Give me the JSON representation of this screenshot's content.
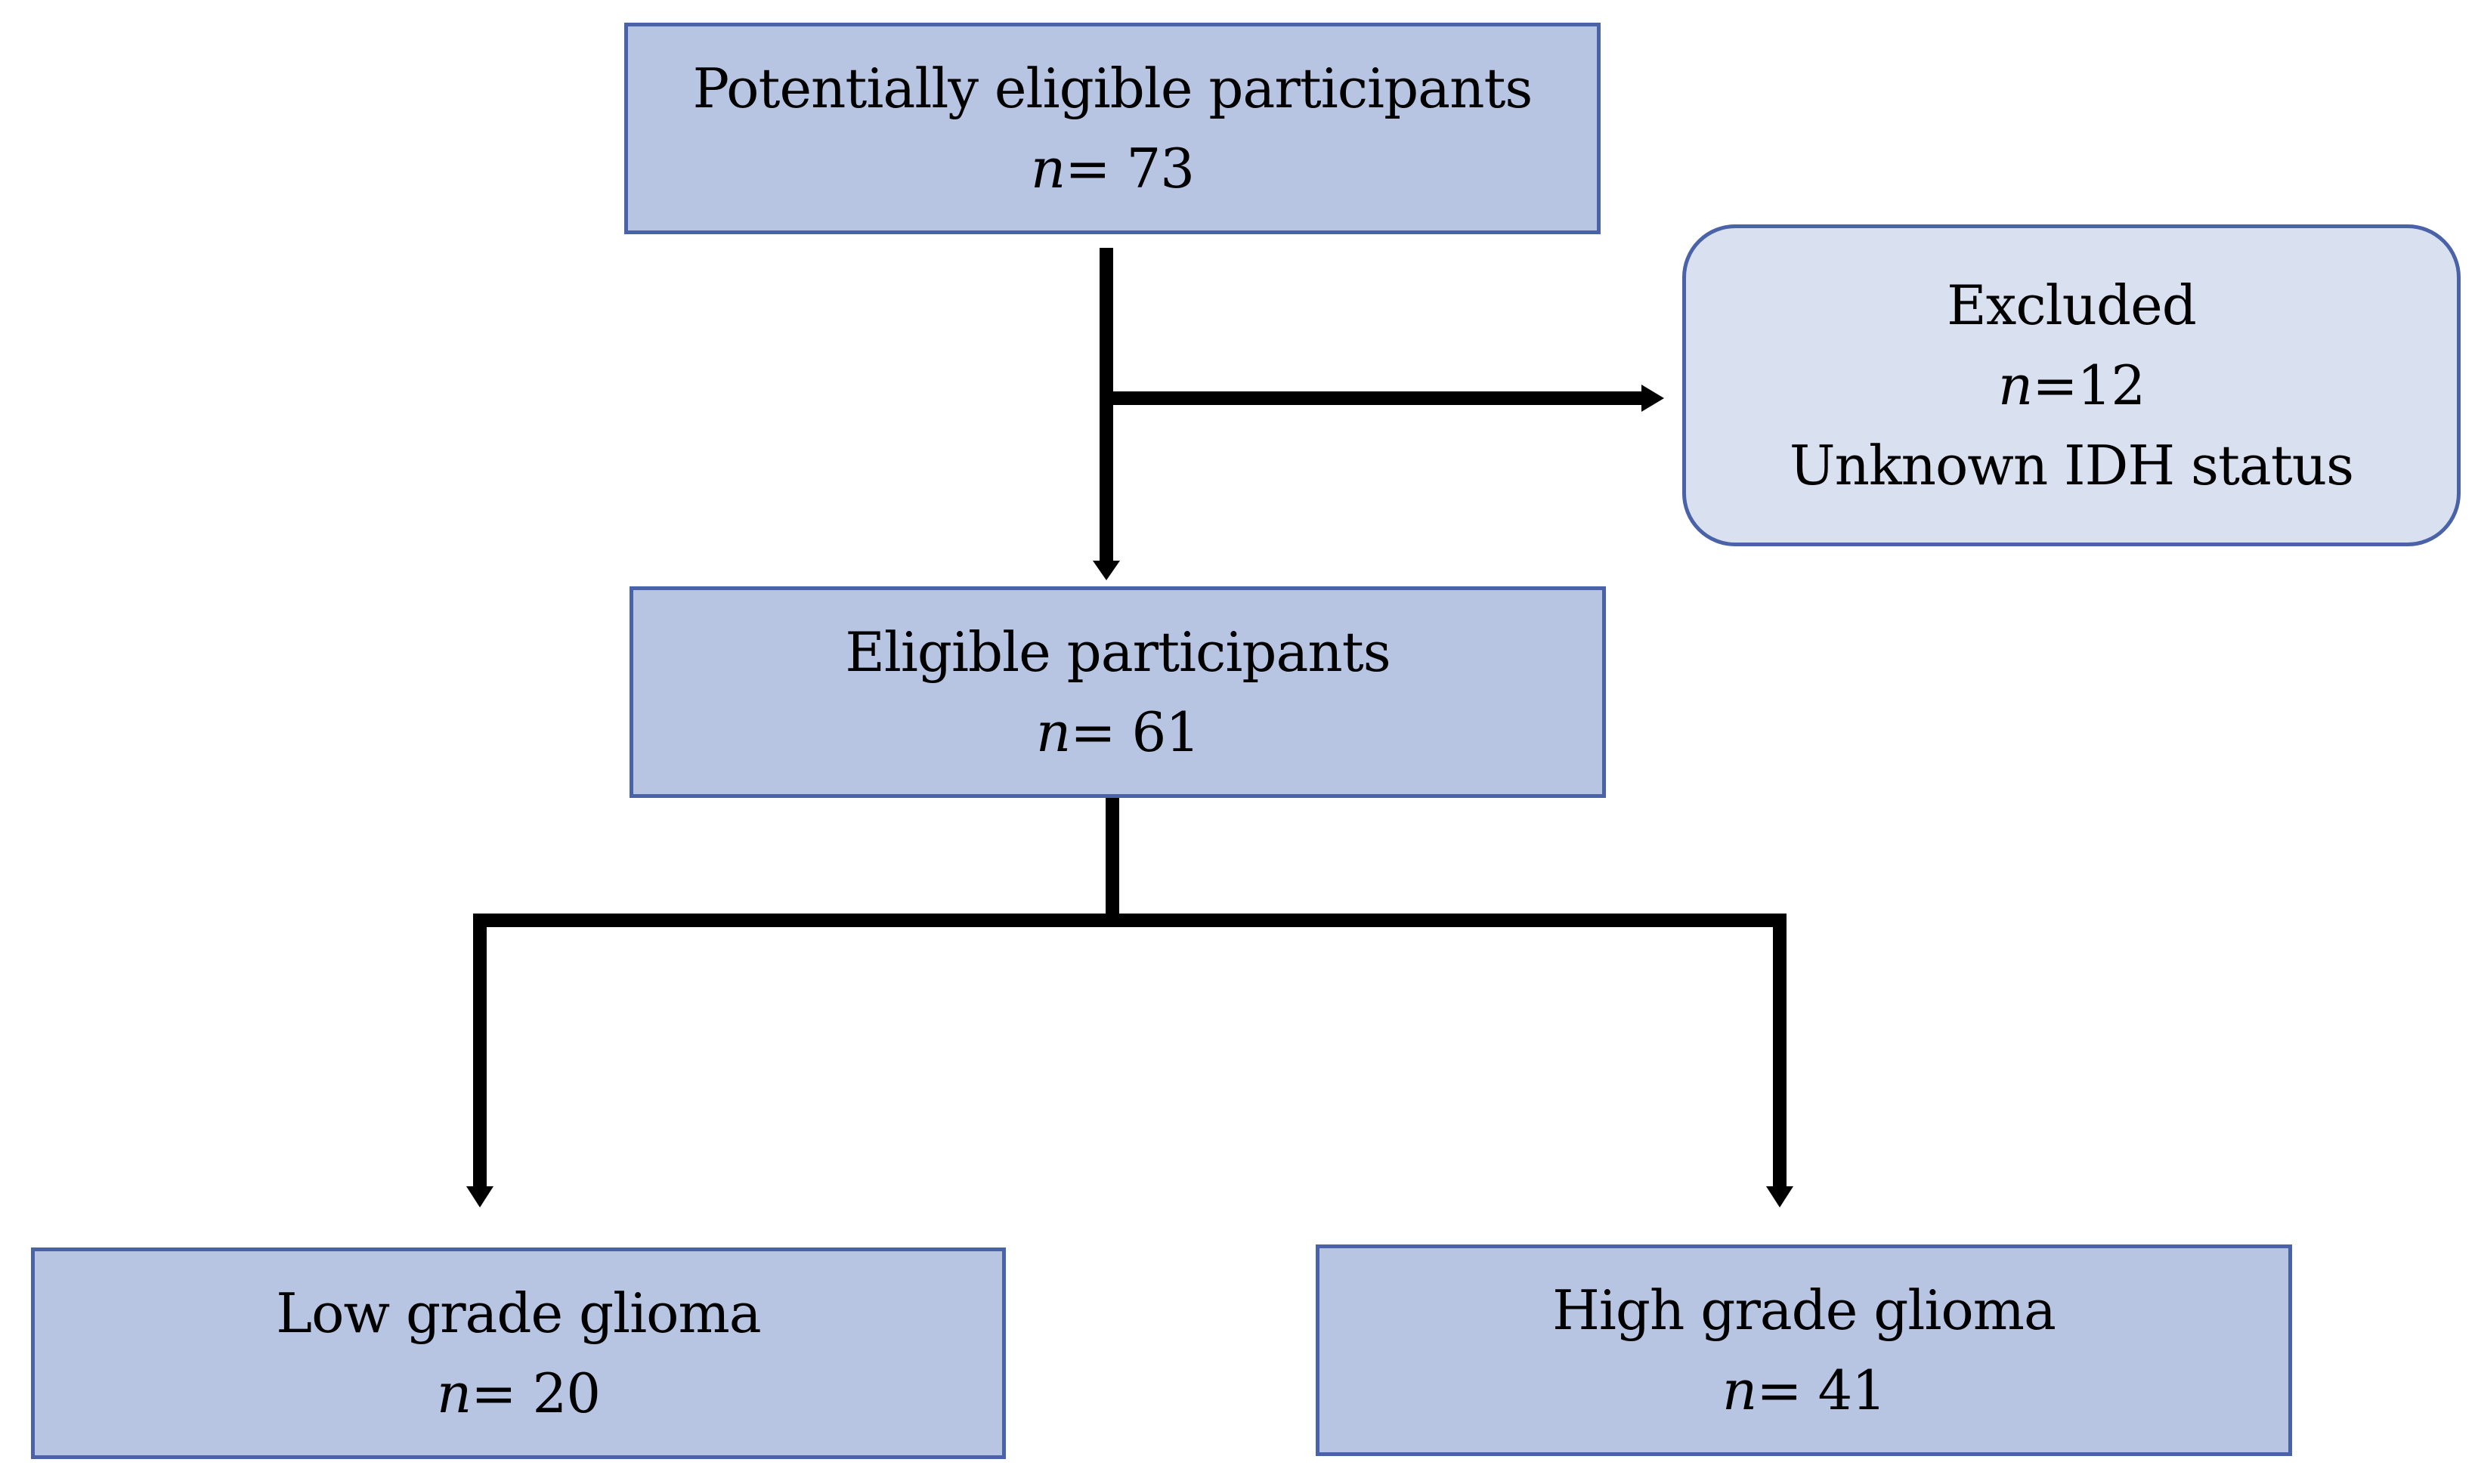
{
  "colors": {
    "box_fill": "#b7c5e3",
    "excluded_fill": "#d9e0f0",
    "box_border": "#4a62a8",
    "connector": "#000000"
  },
  "nodes": {
    "potential": {
      "title": "Potentially eligible participants",
      "n_var": "n",
      "n_value": "= 73"
    },
    "excluded": {
      "title": "Excluded",
      "n_var": "n",
      "n_value": "=12",
      "reason": "Unknown IDH status"
    },
    "eligible": {
      "title": "Eligible participants",
      "n_var": "n",
      "n_value": "= 61"
    },
    "low_grade": {
      "title": "Low grade glioma",
      "n_var": "n",
      "n_value": "= 20"
    },
    "high_grade": {
      "title": "High grade glioma",
      "n_var": "n",
      "n_value": "= 41"
    }
  },
  "edges": [
    {
      "from": "potential",
      "to": "eligible"
    },
    {
      "from": "potential",
      "to": "excluded"
    },
    {
      "from": "eligible",
      "to": "low_grade"
    },
    {
      "from": "eligible",
      "to": "high_grade"
    }
  ]
}
